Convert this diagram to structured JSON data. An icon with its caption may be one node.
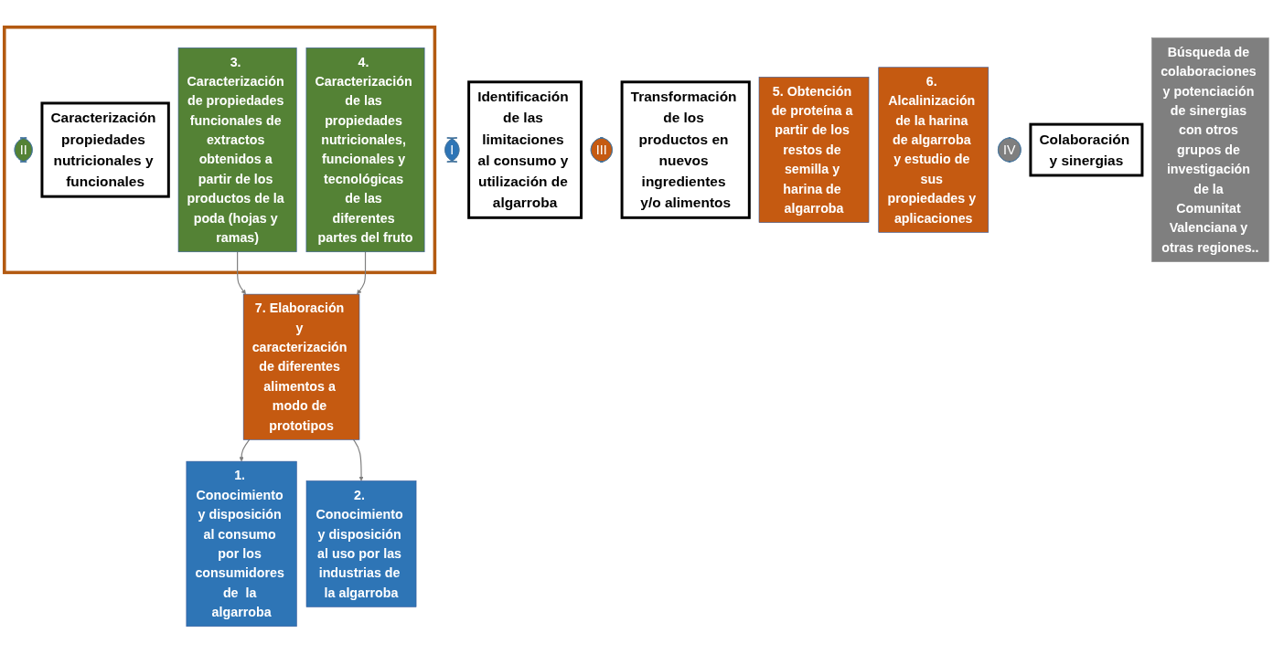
{
  "diagram": {
    "nodes": [
      {
        "text": [
          "I"
        ]
      },
      {
        "text": [
          "Identificación de las limitaciones al consumo y utilización de algarroba"
        ]
      },
      {
        "text": [
          "1. Conocimiento y disposición al consumo por los consumidores de  la algarroba"
        ]
      },
      {
        "text": [
          "2. Conocimiento y disposición al uso por las industrias de la algarroba"
        ]
      },
      {
        "text": [],
        "shape": "box"
      },
      {
        "text": [
          "II"
        ],
        "in": 4
      },
      {
        "text": [
          "Caracterización propiedades nutricionales y funcionales"
        ],
        "in": 4
      },
      {
        "text": [
          "3. Caracterización de propiedades funcionales de extractos obtenidos a partir de los productos de la poda (hojas y ramas)"
        ],
        "in": 4
      },
      {
        "text": [
          "4. Caracterización de las propiedades nutricionales, funcionales y tecnológicas de las diferentes partes del fruto"
        ],
        "in": 4
      },
      {
        "text": [
          "III"
        ]
      },
      {
        "text": [
          "Transformación de los productos en nuevos ingredientes y/o alimentos"
        ]
      },
      {
        "text": [
          "5. Obtención de proteína a partir de los restos de semilla y harina de algarroba"
        ]
      },
      {
        "text": [
          "6. Alcalinización de la harina de algarroba y estudio de sus propiedades y aplicaciones"
        ]
      },
      {
        "text": [
          "7. Elaboración y caracterización de diferentes alimentos a modo de prototipos"
        ]
      },
      {
        "text": [
          "IV"
        ]
      },
      {
        "text": [
          "Colaboración y sinergias"
        ]
      },
      {
        "text": [
          "Búsqueda de colaboraciones y potenciación de sinergias con otros grupos de investigación de la Comunitat Valenciana y otras regiones.."
        ]
      }
    ],
    "edges": [
      {
        "from": 7,
        "to": 13,
        "arrow": "to"
      },
      {
        "from": 8,
        "to": 13,
        "arrow": "to"
      },
      {
        "from": 13,
        "to": 2,
        "arrow": "to"
      },
      {
        "from": 13,
        "to": 3,
        "arrow": "to"
      }
    ]
  }
}
